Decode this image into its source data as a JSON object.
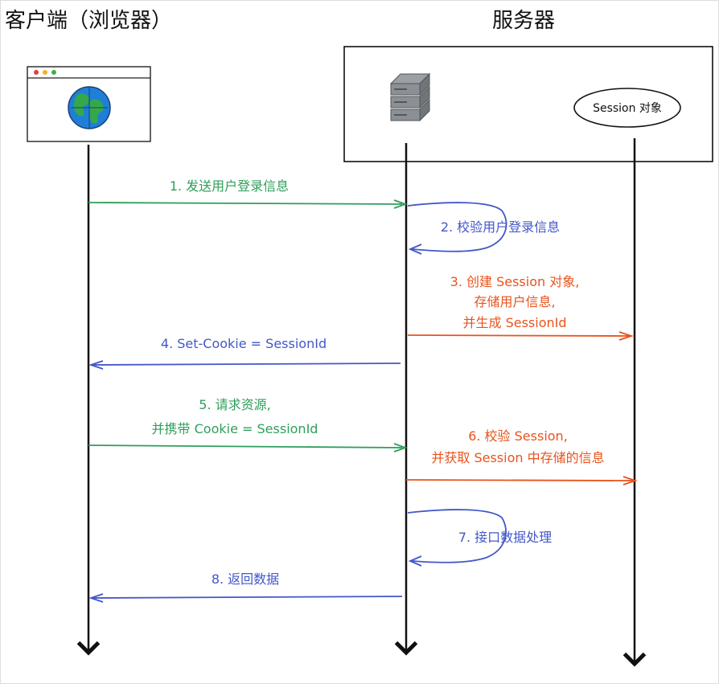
{
  "titles": {
    "client": "客户端（浏览器）",
    "server": "服务器"
  },
  "session_object_label": "Session 对象",
  "colors": {
    "green": "#2f9e5b",
    "blue": "#4257c9",
    "orange": "#e8531c",
    "black": "#111111"
  },
  "icons": {
    "client": "browser-globe-icon",
    "server": "server-rack-icon"
  },
  "steps": [
    {
      "lines": [
        "1. 发送用户登录信息"
      ],
      "color": "green"
    },
    {
      "lines": [
        "2. 校验用户登录信息"
      ],
      "color": "blue"
    },
    {
      "lines": [
        "3. 创建 Session 对象,",
        "存储用户信息,",
        "并生成 SessionId"
      ],
      "color": "orange"
    },
    {
      "lines": [
        "4. Set-Cookie = SessionId"
      ],
      "color": "blue"
    },
    {
      "lines": [
        "5. 请求资源,",
        "并携带 Cookie = SessionId"
      ],
      "color": "green"
    },
    {
      "lines": [
        "6. 校验 Session,",
        "并获取 Session 中存储的信息"
      ],
      "color": "orange"
    },
    {
      "lines": [
        "7. 接口数据处理"
      ],
      "color": "blue"
    },
    {
      "lines": [
        "8. 返回数据"
      ],
      "color": "blue"
    }
  ]
}
